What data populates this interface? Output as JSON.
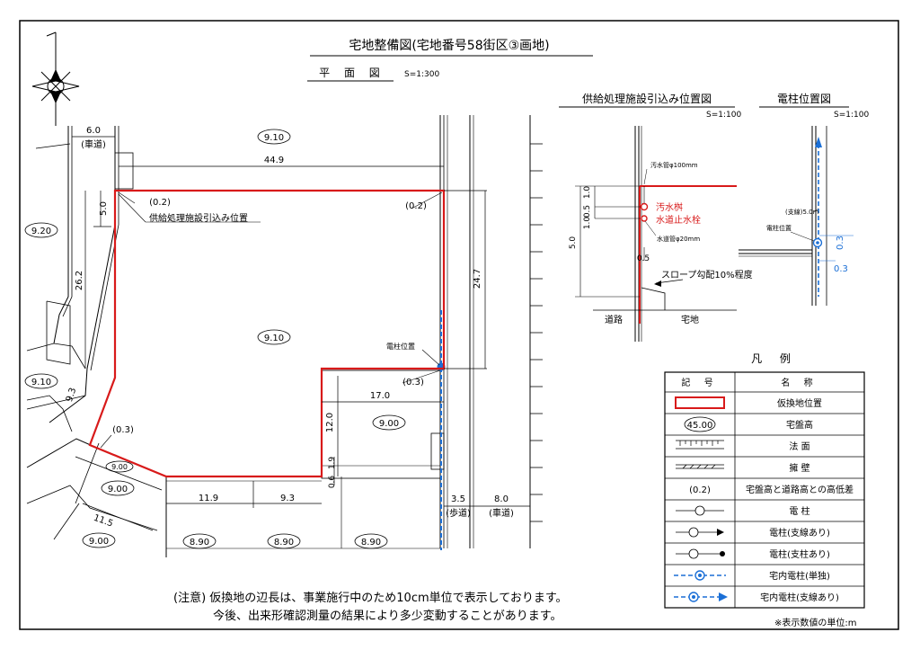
{
  "header": {
    "title": "宅地整備図(宅地番号58街区③画地)",
    "plan_label": "平 面 図",
    "plan_scale": "S=1:300"
  },
  "plan": {
    "dims": {
      "sidewalk_left": "6.0",
      "road_left_label": "(車道)",
      "top_width": "44.9",
      "left_short": "5.0",
      "left_side": "26.2",
      "right_side": "24.7",
      "diag_left": "9.3",
      "inner_width": "17.0",
      "inner_height": "12.0",
      "small_a": "1.9",
      "small_b": "0.6",
      "bottom_a": "11.9",
      "bottom_b": "9.3",
      "bottom_left": "11.5",
      "sidewalk_right": "3.5",
      "sidewalk_right_label": "(歩道)",
      "road_right": "8.0",
      "road_right_label": "(車道)"
    },
    "heights": {
      "top": "9.10",
      "left_top": "9.20",
      "left_mid": "9.10",
      "center": "9.10",
      "lot_right": "9.00",
      "lot_small": "9.00",
      "lot_left_a": "9.00",
      "lot_left_b": "9.00",
      "bottom_a": "8.90",
      "bottom_b": "8.90",
      "bottom_c": "8.90"
    },
    "diffs": {
      "top_left": "(0.2)",
      "top_right": "(0.2)",
      "mid_right": "(0.3)",
      "left_low": "(0.3)"
    },
    "labels": {
      "supply_position": "供給処理施設引込み位置",
      "pole_position": "電柱位置"
    }
  },
  "supply_detail": {
    "title": "供給処理施設引込み位置図",
    "scale": "S=1:100",
    "sewer_pipe": "汚水管φ100mm",
    "sewer_basin": "汚水桝",
    "water_hydrant": "水道止水栓",
    "water_pipe": "水道管φ20mm",
    "dim_a": "1.0",
    "dim_b": "0.5",
    "dim_c": "1.0",
    "dim_total": "5.0",
    "dim_offset": "0.5",
    "slope": "スロープ勾配10%程度",
    "road": "道路",
    "lot": "宅地"
  },
  "pole_detail": {
    "title": "電柱位置図",
    "scale": "S=1:100",
    "guy": "(支線)5.0m",
    "pole_position": "電柱位置",
    "dim_a": "0.3",
    "dim_b": "0.3"
  },
  "legend": {
    "title": "凡 例",
    "header_symbol": "記 号",
    "header_name": "名 称",
    "sample_height": "45.00",
    "sample_diff": "(0.2)",
    "rows": [
      {
        "name": "仮換地位置"
      },
      {
        "name": "宅盤高"
      },
      {
        "name": "法 面"
      },
      {
        "name": "擁 壁"
      },
      {
        "name": "宅盤高と道路高との高低差"
      },
      {
        "name": "電 柱"
      },
      {
        "name": "電柱(支線あり)"
      },
      {
        "name": "電柱(支柱あり)"
      },
      {
        "name": "宅内電柱(単独)"
      },
      {
        "name": "宅内電柱(支線あり)"
      }
    ]
  },
  "notes": {
    "line1": "(注意) 仮換地の辺長は、事業施行中のため10cm単位で表示しております。",
    "line2": "今後、出来形確認測量の結果により多少変動することがあります。",
    "unit": "※表示数値の単位:m"
  },
  "colors": {
    "boundary": "#d81a1a",
    "pole_blue": "#1b6fd6"
  }
}
